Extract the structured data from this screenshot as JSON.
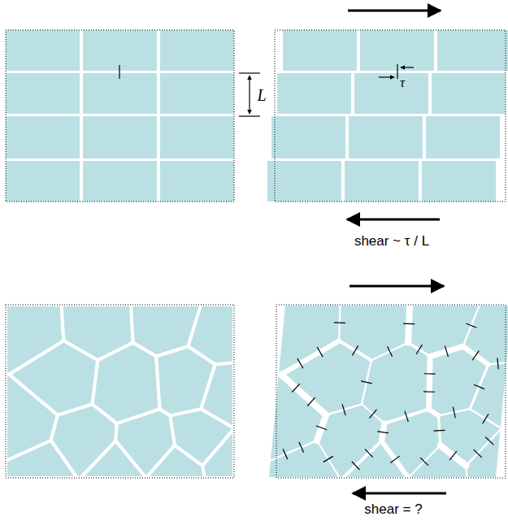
{
  "diagram": {
    "labels": [
      "L",
      "τ",
      "shear ~ τ / L",
      "shear = ?"
    ]
  }
}
